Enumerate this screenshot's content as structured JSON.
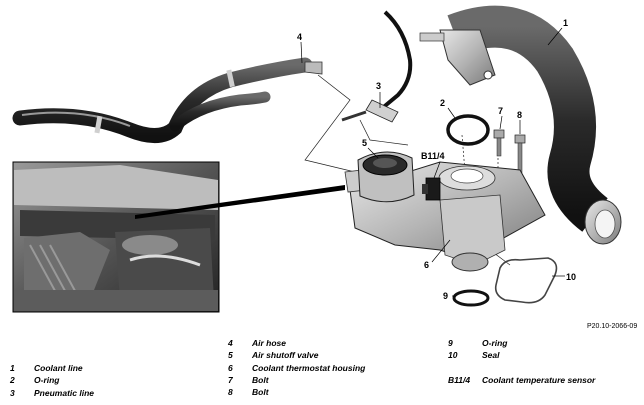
{
  "callouts": {
    "c1": "1",
    "c2": "2",
    "c3": "3",
    "c4": "4",
    "c5": "5",
    "c6": "6",
    "c7": "7",
    "c8": "8",
    "c9": "9",
    "c10": "10",
    "b114": "B11/4"
  },
  "figure_ref": "P20.10-2066-09",
  "legend": {
    "col1": [
      {
        "num": "1",
        "text": "Coolant line"
      },
      {
        "num": "2",
        "text": "O-ring"
      },
      {
        "num": "3",
        "text": "Pneumatic line"
      }
    ],
    "col2": [
      {
        "num": "4",
        "text": "Air hose"
      },
      {
        "num": "5",
        "text": "Air shutoff valve"
      },
      {
        "num": "6",
        "text": "Coolant thermostat housing"
      },
      {
        "num": "7",
        "text": "Bolt"
      },
      {
        "num": "8",
        "text": "Bolt"
      }
    ],
    "col3": [
      {
        "num": "9",
        "text": "O-ring"
      },
      {
        "num": "10",
        "text": "Seal"
      },
      {
        "num": "",
        "text": ""
      },
      {
        "num": "B11/4",
        "text": "Coolant temperature sensor"
      }
    ]
  }
}
